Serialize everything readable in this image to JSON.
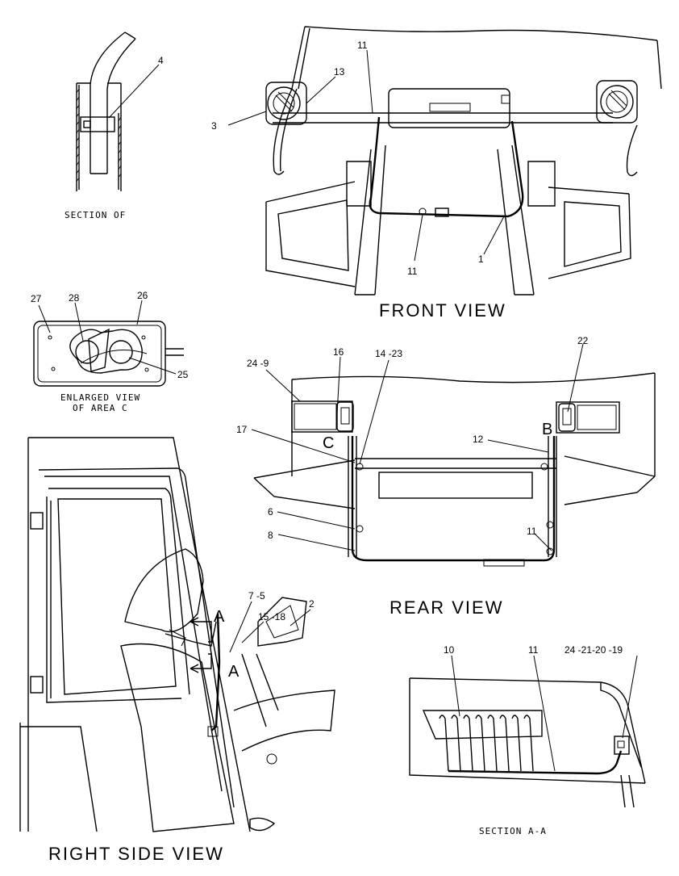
{
  "views": {
    "section_of": "SECTION OF",
    "front": "FRONT VIEW",
    "enlarged": "ENLARGED VIEW",
    "enlarged_2": "OF AREA C",
    "rear": "REAR VIEW",
    "right_side": "RIGHT SIDE VIEW",
    "section_aa": "SECTION A-A"
  },
  "callouts": {
    "c4": "4",
    "c3": "3",
    "c11_top": "11",
    "c13": "13",
    "c11_mid": "11",
    "c1": "1",
    "c27": "27",
    "c28": "28",
    "c26": "26",
    "c25": "25",
    "c16": "16",
    "c24_9": "24 -9",
    "c14_23": "14 -23",
    "c22": "22",
    "c17": "17",
    "c12": "12",
    "c6": "6",
    "c8": "8",
    "c11_rear": "11",
    "c7_5": "7 -5",
    "c15_18": "15 -18",
    "c2": "2",
    "c10": "10",
    "c11_sec": "11",
    "c24_21_20_19": "24 -21-20 -19"
  },
  "letters": {
    "c_letter": "C",
    "b_letter": "B",
    "a_top": "A",
    "a_bottom": "A"
  }
}
